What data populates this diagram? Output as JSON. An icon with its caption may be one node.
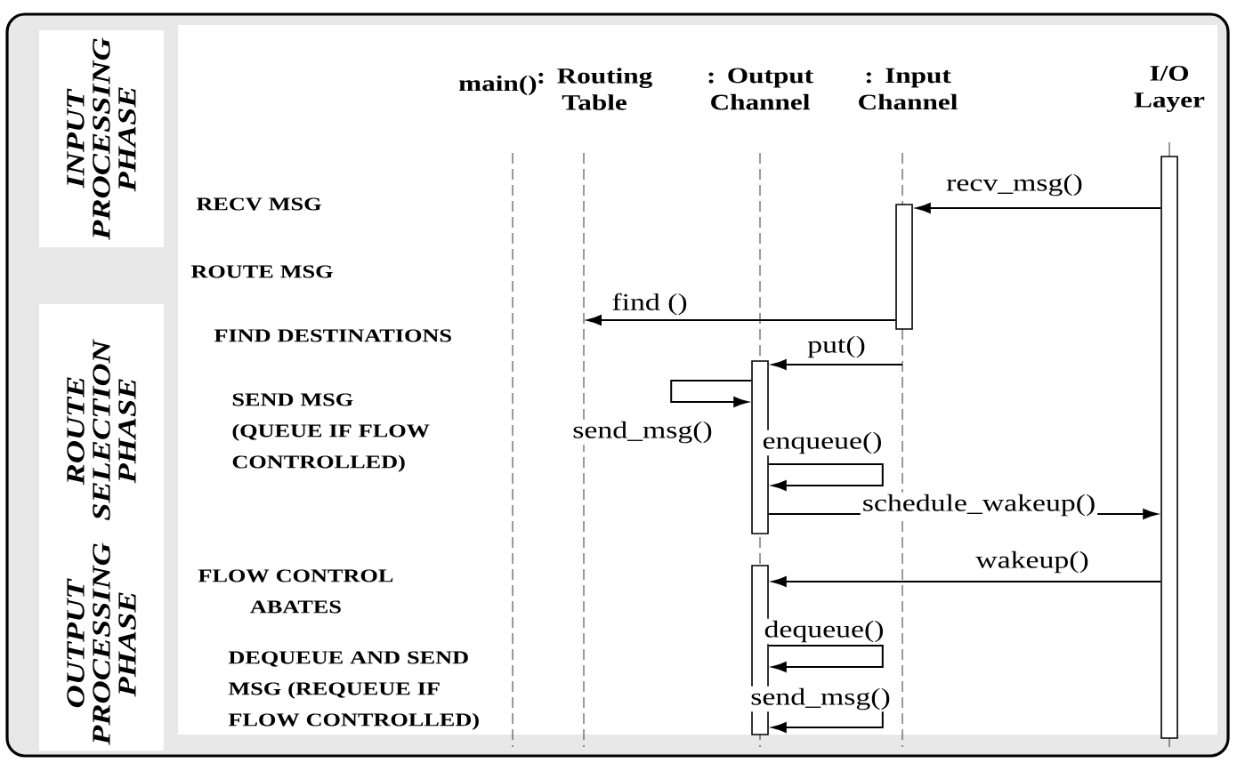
{
  "diagram": {
    "nodes": [
      {
        "text": [
          "INPUT PROCESSING PHASE"
        ]
      },
      {
        "text": [
          "ROUTE SELECTION PHASE"
        ]
      },
      {
        "text": [
          "OUTPUT PROCESSING PHASE"
        ]
      },
      {
        "text": [
          "main()"
        ]
      },
      {
        "text": [
          ": Routing Table"
        ]
      },
      {
        "text": [
          ": Output Channel"
        ]
      },
      {
        "text": [
          ": Input Channel"
        ]
      },
      {
        "text": [
          "I/O Layer"
        ]
      },
      {
        "text": [],
        "shape": "bar"
      },
      {
        "text": [],
        "shape": "bar"
      },
      {
        "text": [],
        "shape": "bar"
      },
      {
        "text": [],
        "shape": "bar"
      }
    ],
    "edges": [
      {
        "from": 8,
        "to": 9,
        "arrow": "to",
        "label": "recv_msg()"
      },
      {
        "from": 9,
        "to": null,
        "arrow": "to",
        "label": "find ()"
      },
      {
        "from": null,
        "to": 10,
        "arrow": "to",
        "label": "put()"
      },
      {
        "from": 10,
        "to": 10,
        "arrow": "to",
        "label": "send_msg()"
      },
      {
        "from": 10,
        "to": 10,
        "arrow": "to",
        "label": "enqueue()"
      },
      {
        "from": 10,
        "to": 8,
        "arrow": "to",
        "label": "schedule_wakeup()"
      },
      {
        "from": 8,
        "to": 11,
        "arrow": "to",
        "label": "wakeup()"
      },
      {
        "from": 11,
        "to": 11,
        "arrow": "to",
        "label": "dequeue()"
      },
      {
        "from": 11,
        "to": 11,
        "arrow": "to",
        "label": "send_msg()"
      }
    ],
    "labels": [
      "RECV MSG",
      "ROUTE MSG",
      "FIND DESTINATIONS",
      "SEND MSG (QUEUE IF FLOW CONTROLLED)",
      "FLOW CONTROL ABATES",
      "DEQUEUE AND SEND MSG (REQUEUE IF FLOW CONTROLLED)"
    ]
  }
}
